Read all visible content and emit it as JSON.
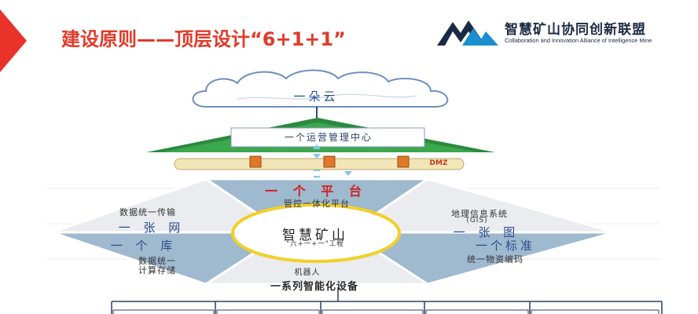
{
  "header": {
    "title": "建设原则——顶层设计“6+1+1”",
    "logo_name_cn": "智慧矿山协同创新联盟",
    "logo_name_en": "Collaboration and Innovation Alliance  of  Intelligence Mine",
    "accent_color": "#e8322a",
    "logo_icon": "mountain-logo-icon"
  },
  "diagram": {
    "cloud_label": "一朵云",
    "management_center": "一个运营管理中心",
    "dmz_label": "DMZ",
    "platform_title": "一 个 平 台",
    "platform_subtitle": "管控一体化平台",
    "data_transfer_label": "数据统一传输",
    "one_network": "一 张 网",
    "gis_label": "地理信息系统",
    "gis_sub": "(GIS)",
    "one_map": "一 张 图",
    "one_library": "一 个 库",
    "data_storage_1": "数据统一",
    "data_storage_2": "计算存储",
    "one_standard": "一个标准",
    "standard_subtitle": "统一物资编码",
    "center_title": "智慧矿山",
    "center_subtitle": "\"六+一+一\"工程",
    "robot_label": "机器人",
    "devices_label": "一系列智能化设备"
  }
}
